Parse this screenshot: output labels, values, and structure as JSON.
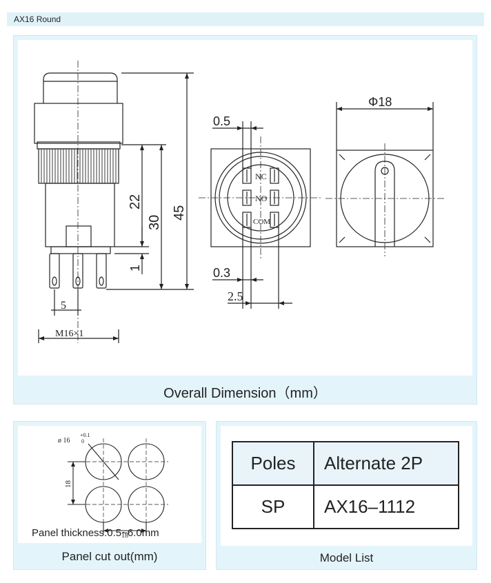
{
  "header": {
    "title": "AX16   Round"
  },
  "overall": {
    "caption": "Overall  Dimension（mm）",
    "dims": {
      "h22": "22",
      "h30": "30",
      "h45": "45",
      "h1": "1",
      "w5": "5",
      "thread": "M16×1",
      "d05": "0.5",
      "d03": "0.3",
      "d25": "2.5",
      "phi18": "Φ18"
    },
    "terminals": {
      "nc": "NC",
      "no": "NO",
      "com": "COM"
    }
  },
  "cutout": {
    "caption": "Panel cut out(mm)",
    "dia": "ø 16",
    "tol_up": "+0.1",
    "tol_down": "0",
    "spacing_v": "18",
    "spacing_h": "18",
    "thickness": "Panel thickness:0.5~6.0mm"
  },
  "model": {
    "caption": "Model List",
    "header": [
      "Poles",
      "Alternate 2P"
    ],
    "row": [
      "SP",
      "AX16–1112"
    ]
  }
}
